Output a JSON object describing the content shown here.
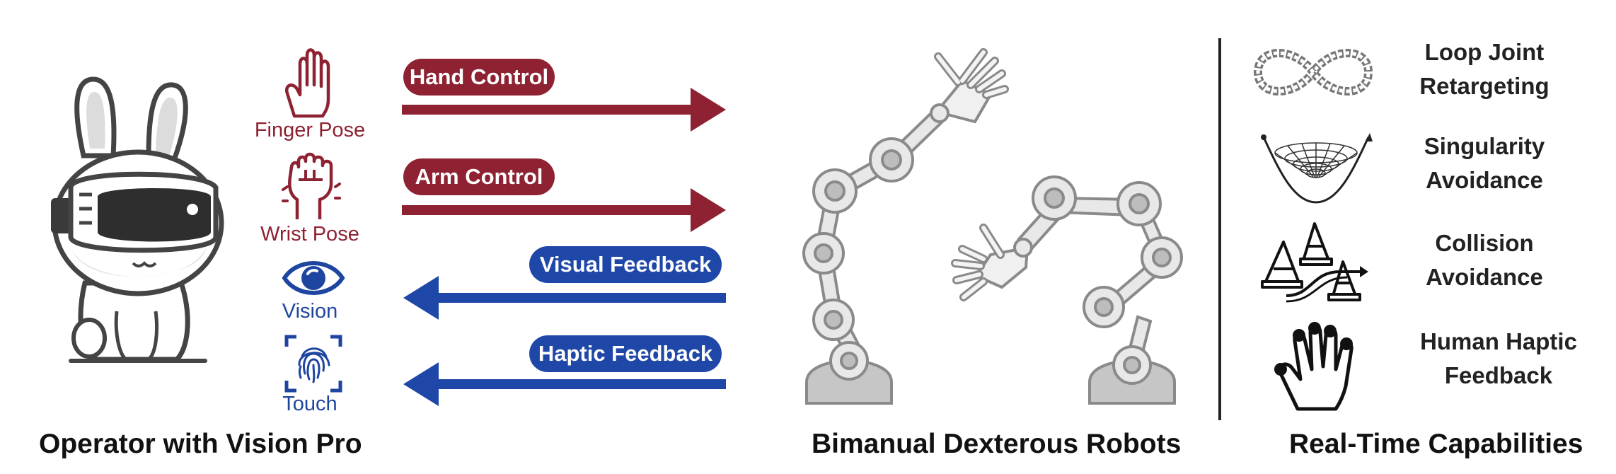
{
  "operator": {
    "title": "Operator with Vision Pro"
  },
  "robots": {
    "title": "Bimanual Dexterous Robots"
  },
  "capabilities": {
    "title": "Real-Time Capabilities",
    "items": [
      {
        "label_line1": "Loop Joint",
        "label_line2": "Retargeting",
        "icon": "infinity-chain-icon"
      },
      {
        "label_line1": "Singularity",
        "label_line2": "Avoidance",
        "icon": "singularity-funnel-icon"
      },
      {
        "label_line1": "Collision",
        "label_line2": "Avoidance",
        "icon": "traffic-cones-icon"
      },
      {
        "label_line1": "Human Haptic",
        "label_line2": "Feedback",
        "icon": "hand-touch-icon"
      }
    ]
  },
  "signals": {
    "finger_pose": {
      "label": "Finger Pose",
      "icon": "open-hand-icon"
    },
    "wrist_pose": {
      "label": "Wrist Pose",
      "icon": "fist-icon"
    },
    "vision": {
      "label": "Vision",
      "icon": "eye-icon"
    },
    "touch": {
      "label": "Touch",
      "icon": "fingerprint-icon"
    }
  },
  "flows": {
    "hand_control": {
      "label": "Hand Control",
      "direction": "to-robot"
    },
    "arm_control": {
      "label": "Arm Control",
      "direction": "to-robot"
    },
    "visual_feedback": {
      "label": "Visual Feedback",
      "direction": "to-operator"
    },
    "haptic_feedback": {
      "label": "Haptic Feedback",
      "direction": "to-operator"
    }
  },
  "colors": {
    "control": "#8e2232",
    "feedback": "#1f47a8",
    "robot_gray": "#e4e4e4",
    "robot_outline": "#8a8a8a"
  }
}
